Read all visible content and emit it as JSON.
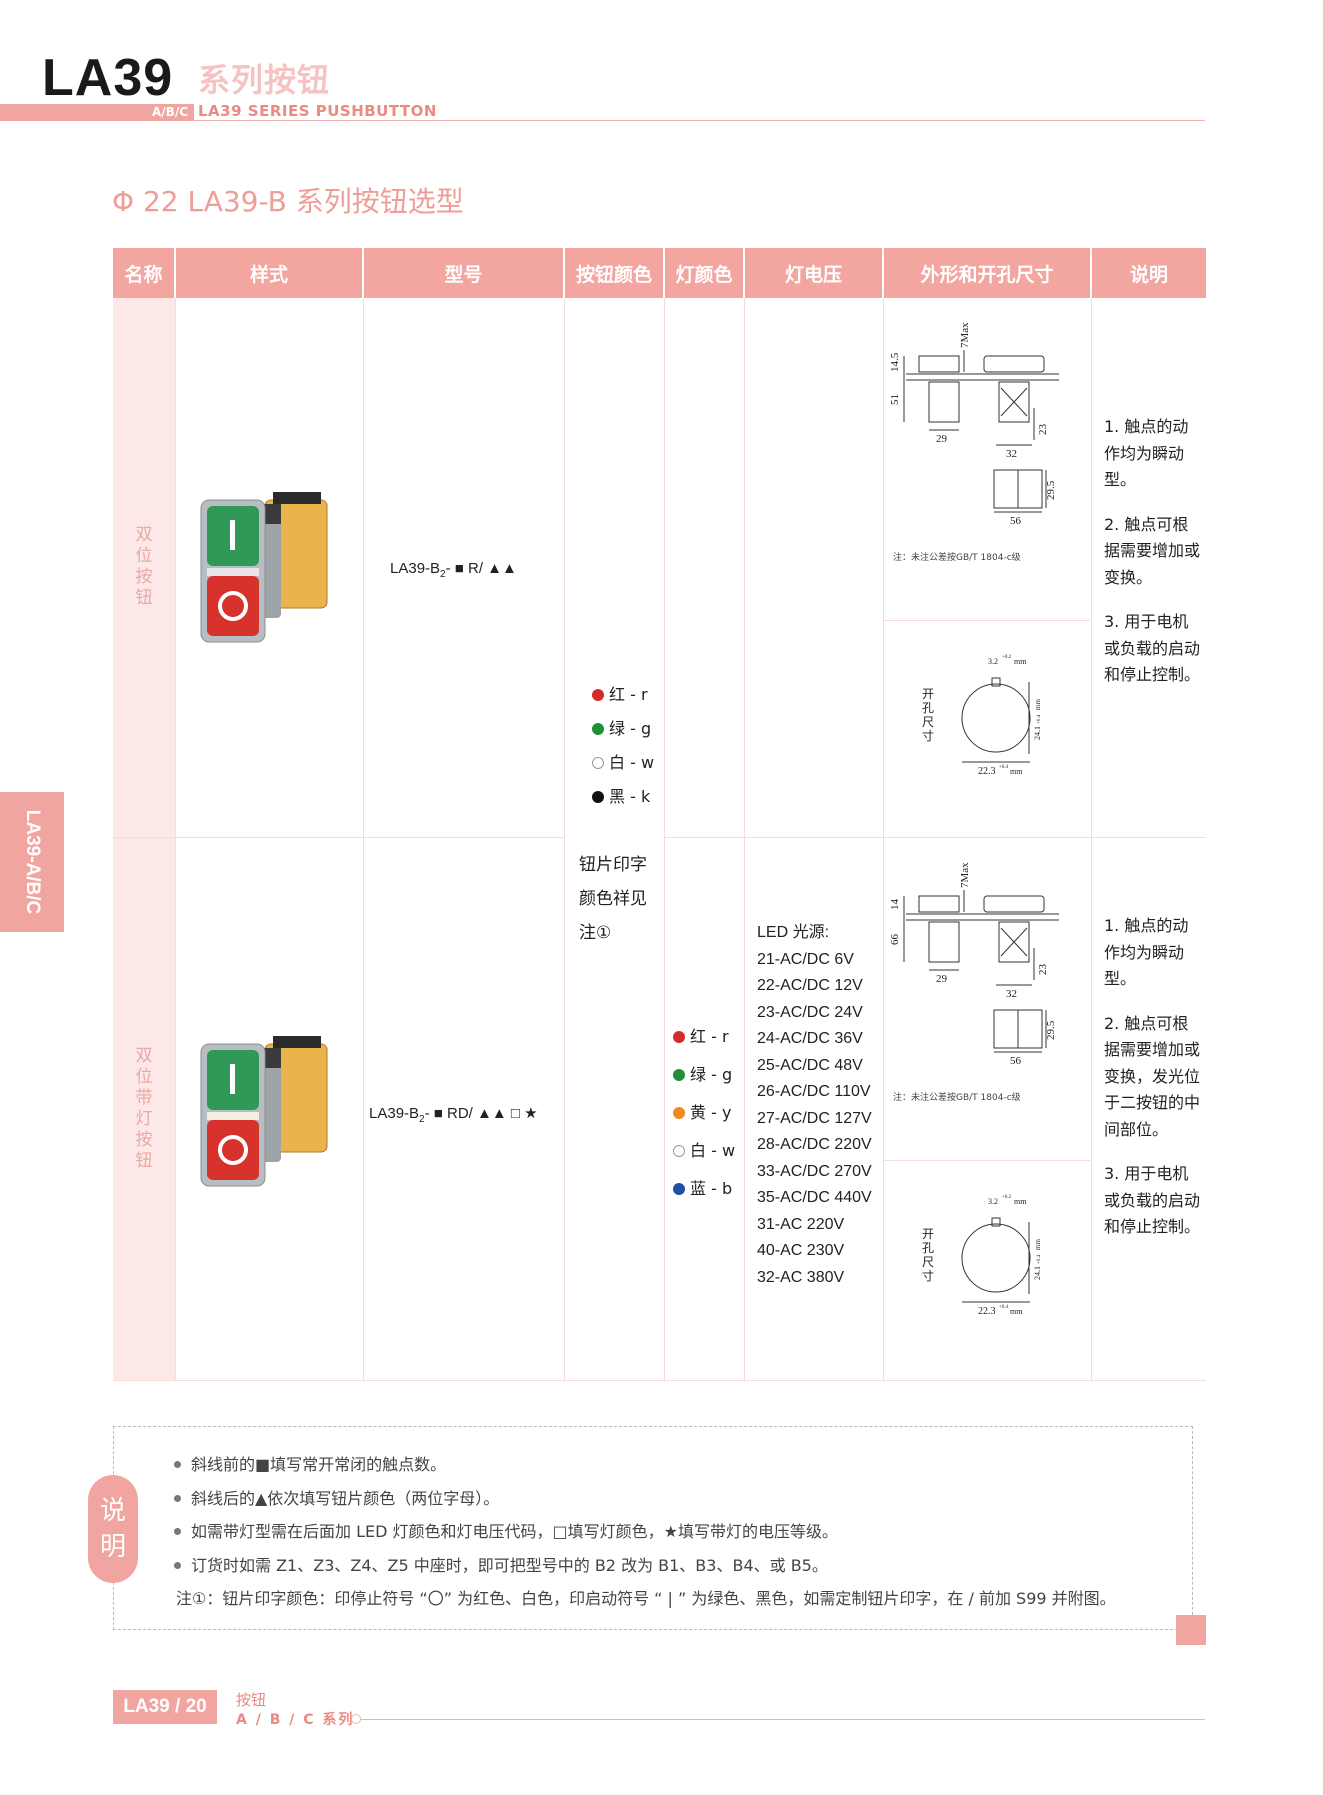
{
  "header": {
    "brand": "LA39",
    "brand_cn": "系列按钮",
    "abc": "A/B/C",
    "subtitle_en": "LA39 SERIES PUSHBUTTON"
  },
  "section_title": "Φ 22 LA39-B 系列按钮选型",
  "side_tab": "LA39-A/B/C",
  "table": {
    "headers": [
      "名称",
      "样式",
      "型号",
      "按钮颜色",
      "灯颜色",
      "灯电压",
      "外形和开孔尺寸",
      "说明"
    ],
    "rows": [
      {
        "name": [
          "双",
          "位",
          "按",
          "钮"
        ],
        "model_prefix": "LA39-B",
        "model_sub": "2",
        "model_mid": "- ■ R/ ▲▲",
        "descriptions": [
          "1. 触点的动作均为瞬动型。",
          "2. 触点可根据需要增加或变换。",
          "3. 用于电机或负载的启动和停止控制。"
        ]
      },
      {
        "name": [
          "双",
          "位",
          "带",
          "灯",
          "按",
          "钮"
        ],
        "model_prefix": "LA39-B",
        "model_sub": "2",
        "model_mid": "- ■ RD/ ▲▲ □ ★",
        "descriptions": [
          "1. 触点的动作均为瞬动型。",
          "2. 触点可根据需要增加或变换，发光位于二按钮的中间部位。",
          "3. 用于电机或负载的启动和停止控制。"
        ]
      }
    ],
    "button_colors": [
      {
        "label": "红 - r",
        "color": "#d42a2a",
        "hollow": false
      },
      {
        "label": "绿 - g",
        "color": "#1f8f3a",
        "hollow": false
      },
      {
        "label": "白 - w",
        "color": "#ffffff",
        "hollow": true
      },
      {
        "label": "黑 - k",
        "color": "#111111",
        "hollow": false
      }
    ],
    "button_colors_note": [
      "钮片印字",
      "颜色祥见",
      "注①"
    ],
    "lamp_colors": [
      {
        "label": "红 - r",
        "color": "#d42a2a",
        "hollow": false
      },
      {
        "label": "绿 - g",
        "color": "#1f8f3a",
        "hollow": false
      },
      {
        "label": "黄 - y",
        "color": "#ef8a1c",
        "hollow": false
      },
      {
        "label": "白 - w",
        "color": "#ffffff",
        "hollow": true
      },
      {
        "label": "蓝 - b",
        "color": "#1f4fa3",
        "hollow": false
      }
    ],
    "voltage_title": "LED 光源:",
    "voltages": [
      "21-AC/DC 6V",
      "22-AC/DC 12V",
      "23-AC/DC 24V",
      "24-AC/DC 36V",
      "25-AC/DC 48V",
      "26-AC/DC 110V",
      "27-AC/DC 127V",
      "28-AC/DC 220V",
      "33-AC/DC 270V",
      "35-AC/DC 440V",
      "31-AC 220V",
      "40-AC 230V",
      "32-AC 380V"
    ],
    "tolerance_note": "注：未注公差按GB/T 1804-c级",
    "dims": {
      "row1": {
        "h1": "14.5",
        "max": "7Max",
        "h2": "51",
        "w1": "29",
        "w2": "32",
        "h3": "23",
        "front_h": "29.5",
        "front_w": "56",
        "hole_label": [
          "开",
          "孔",
          "尺",
          "寸"
        ],
        "key_w": "3.2",
        "key_tol": "+0.2",
        "mm": "mm",
        "hole_h": "24.1",
        "hole_h_tol": "+0.4",
        "hole_d": "22.3",
        "hole_d_tol": "+0.4"
      },
      "row2": {
        "h1": "14",
        "max": "7Max",
        "h2": "66",
        "w1": "29",
        "w2": "32",
        "h3": "23",
        "front_h": "29.5",
        "front_w": "56",
        "hole_label": [
          "开",
          "孔",
          "尺",
          "寸"
        ],
        "key_w": "3.2",
        "key_tol": "+0.2",
        "mm": "mm",
        "hole_h": "24.1",
        "hole_h_tol": "+0.4",
        "hole_d": "22.3",
        "hole_d_tol": "+0.4"
      }
    }
  },
  "notes": {
    "badge": [
      "说",
      "明"
    ],
    "lines": [
      "斜线前的■填写常开常闭的触点数。",
      "斜线后的▲依次填写钮片颜色（两位字母）。",
      "如需带灯型需在后面加 LED 灯颜色和灯电压代码，□填写灯颜色，★填写带灯的电压等级。",
      "订货时如需 Z1、Z3、Z4、Z5 中座时，即可把型号中的 B2 改为 B1、B3、B4、或 B5。"
    ],
    "footnote": "注①：钮片印字颜色：印停止符号 “〇” 为红色、白色，印启动符号 “ | ” 为绿色、黑色，如需定制钮片印字，在 / 前加 S99 并附图。"
  },
  "footer": {
    "page_label": "LA39 / 20",
    "category": "按钮",
    "series": "A / B / C 系列"
  },
  "colors": {
    "accent": "#f1a5a0",
    "accent_text": "#e98a83",
    "light_fill": "#fbe8e7"
  }
}
